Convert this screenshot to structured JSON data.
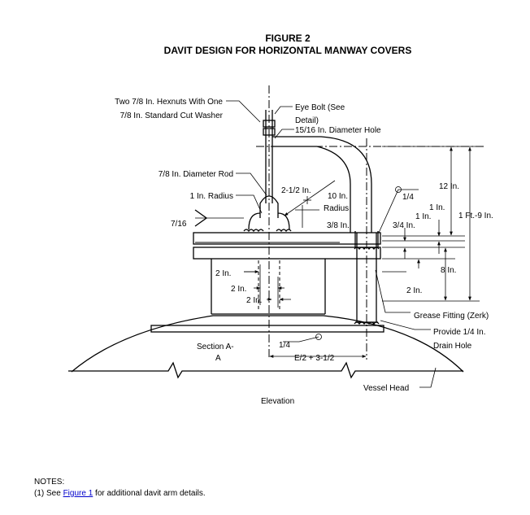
{
  "figure": {
    "number": "FIGURE 2",
    "title": "DAVIT DESIGN FOR HORIZONTAL MANWAY COVERS"
  },
  "labels": {
    "hexnuts_1": "Two 7/8 In. Hexnuts With One",
    "hexnuts_2": "7/8 In. Standard Cut Washer",
    "eye_bolt_1": "Eye Bolt (See",
    "eye_bolt_2": "Detail)",
    "hole": "15/16 In. Diameter Hole",
    "rod": "7/8 In. Diameter Rod",
    "radius_1in": "1 In. Radius",
    "weld_716": "7/16",
    "dim_2_5": "2-1/2 In.",
    "radius_10_1": "10 In.",
    "radius_10_2": "Radius",
    "dim_3_8": "3/8 In.",
    "weld_14_top": "1/4",
    "dim_12": "12 In.",
    "dim_1_a": "1 In.",
    "dim_1_b": "1 In.",
    "dim_3_4": "3/4 In.",
    "dim_1ft9": "1 Ft.-9 In.",
    "dim_8": "8 In.",
    "dim_2_right": "2 In.",
    "dim_2_a": "2 In.",
    "dim_2_b": "2 In.",
    "dim_2_c": "2 In.",
    "grease": "Grease Fitting (Zerk)",
    "drain_1": "Provide 1/4 In.",
    "drain_2": "Drain Hole",
    "section_1": "Section A-",
    "section_2": "A",
    "weld_14_bottom": "1/4",
    "e_dim": "E/2 + 3-1/2",
    "vessel_head": "Vessel Head",
    "elevation": "Elevation"
  },
  "notes": {
    "heading": "NOTES:",
    "line_prefix": "(1) See ",
    "link_text": "Figure 1",
    "line_suffix": " for additional davit arm details."
  }
}
